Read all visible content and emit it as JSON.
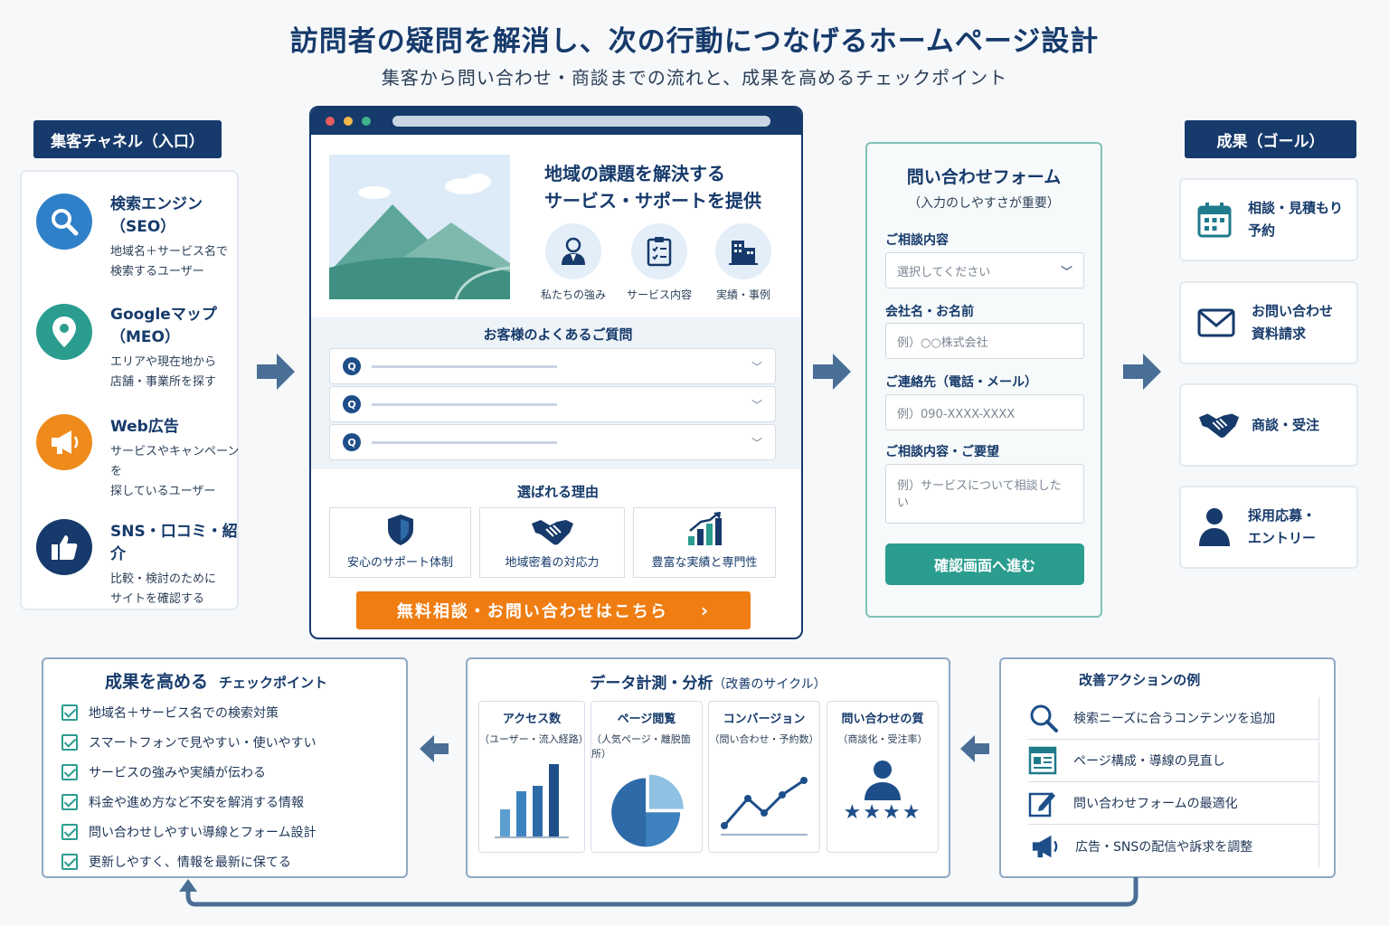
{
  "title": "訪問者の疑問を解消し、次の行動につなげるホームページ設計",
  "subtitle": "集客から問い合わせ・商談までの流れと、成果を高めるチェックポイント",
  "channels": {
    "header": "集客チャネル（入口）",
    "items": [
      {
        "title1": "検索エンジン",
        "title2": "（SEO）",
        "desc1": "地域名＋サービス名で",
        "desc2": "検索するユーザー",
        "icon": "search-icon",
        "color": "#2f80c8"
      },
      {
        "title1": "Googleマップ",
        "title2": "（MEO）",
        "desc1": "エリアや現在地から",
        "desc2": "店舗・事業所を探す",
        "icon": "map-pin-icon",
        "color": "#2a9d8f"
      },
      {
        "title1": "Web広告",
        "title2": "",
        "desc1": "サービスやキャンペーンを",
        "desc2": "探しているユーザー",
        "icon": "megaphone-icon",
        "color": "#ef8a1c"
      },
      {
        "title1": "SNS・口コミ・紹介",
        "title2": "",
        "desc1": "比較・検討のために",
        "desc2": "サイトを確認する",
        "icon": "thumbs-up-icon",
        "color": "#163a6b"
      }
    ]
  },
  "website": {
    "hero_line1": "地域の課題を解決する",
    "hero_line2": "サービス・サポートを提供",
    "services": [
      {
        "label": "私たちの強み",
        "icon": "staff-icon"
      },
      {
        "label": "サービス内容",
        "icon": "checklist-icon"
      },
      {
        "label": "実績・事例",
        "icon": "building-icon"
      }
    ],
    "faq_title": "お客様のよくあるご質問",
    "faq_marker": "Q",
    "reasons_title": "選ばれる理由",
    "reasons": [
      {
        "label": "安心のサポート体制",
        "icon": "shield-icon"
      },
      {
        "label": "地域密着の対応力",
        "icon": "handshake-icon"
      },
      {
        "label": "豊富な実績と専門性",
        "icon": "growth-chart-icon"
      }
    ],
    "cta": "無料相談・お問い合わせはこちら"
  },
  "form": {
    "title": "問い合わせフォーム",
    "subtitle": "（入力のしやすさが重要）",
    "field1_label": "ご相談内容",
    "field1_placeholder": "選択してください",
    "field2_label": "会社名・お名前",
    "field2_placeholder": "例）○○株式会社",
    "field3_label": "ご連絡先（電話・メール）",
    "field3_placeholder": "例）090-XXXX-XXXX",
    "field4_label": "ご相談内容・ご要望",
    "field4_placeholder": "例）サービスについて相談したい",
    "submit": "確認画面へ進む"
  },
  "goals": {
    "header": "成果（ゴール）",
    "items": [
      {
        "line1": "相談・見積もり",
        "line2": "予約",
        "icon": "calendar-icon"
      },
      {
        "line1": "お問い合わせ",
        "line2": "資料請求",
        "icon": "mail-icon"
      },
      {
        "line1": "商談・受注",
        "line2": "",
        "icon": "handshake-icon"
      },
      {
        "line1": "採用応募・",
        "line2": "エントリー",
        "icon": "person-icon"
      }
    ]
  },
  "checkpoints": {
    "title_main": "成果を高める",
    "title_sub": "チェックポイント",
    "items": [
      "地域名＋サービス名での検索対策",
      "スマートフォンで見やすい・使いやすい",
      "サービスの強みや実績が伝わる",
      "料金や進め方など不安を解消する情報",
      "問い合わせしやすい導線とフォーム設計",
      "更新しやすく、情報を最新に保てる"
    ]
  },
  "analysis": {
    "title_main": "データ計測・分析",
    "title_sub": "（改善のサイクル）",
    "metrics": [
      {
        "title": "アクセス数",
        "sub": "（ユーザー・流入経路）",
        "icon": "bar-chart-icon"
      },
      {
        "title": "ページ閲覧",
        "sub": "（人気ページ・離脱箇所）",
        "icon": "pie-chart-icon"
      },
      {
        "title": "コンバージョン",
        "sub": "（問い合わせ・予約数）",
        "icon": "line-chart-icon"
      },
      {
        "title": "問い合わせの質",
        "sub": "（商談化・受注率）",
        "icon": "rating-icon",
        "stars": "★★★★"
      }
    ]
  },
  "actions": {
    "title": "改善アクションの例",
    "items": [
      {
        "label": "検索ニーズに合うコンテンツを追加",
        "icon": "search-icon"
      },
      {
        "label": "ページ構成・導線の見直し",
        "icon": "layout-icon"
      },
      {
        "label": "問い合わせフォームの最適化",
        "icon": "edit-form-icon"
      },
      {
        "label": "広告・SNSの配信や訴求を調整",
        "icon": "megaphone-icon"
      }
    ]
  },
  "colors": {
    "navy": "#163a6b",
    "teal": "#2a9d8f",
    "orange": "#ef7d12",
    "arrow": "#4a6f96"
  }
}
